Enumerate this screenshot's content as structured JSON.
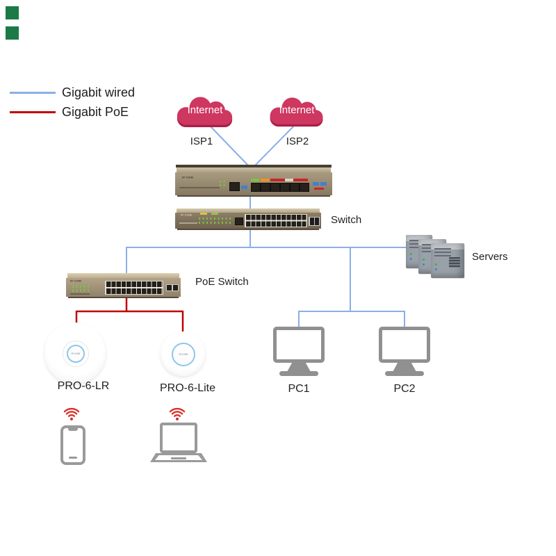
{
  "markers": {
    "top_left_squares": {
      "count": 2,
      "color": "#1b7a45"
    }
  },
  "legend": {
    "items": [
      {
        "label": "Gigabit wired",
        "color": "#8aaee8"
      },
      {
        "label": "Gigabit PoE",
        "color": "#c00000"
      }
    ]
  },
  "internet": [
    {
      "cloud_label": "Internet",
      "isp_label": "ISP1"
    },
    {
      "cloud_label": "Internet",
      "isp_label": "ISP2"
    }
  ],
  "devices": {
    "gateway": {
      "brand": "IP-COM"
    },
    "core_switch": {
      "label": "Switch",
      "brand": "IP-COM"
    },
    "poe_switch": {
      "label": "PoE Switch",
      "brand": "IP-COM"
    },
    "servers": {
      "label": "Servers"
    },
    "access_points": [
      {
        "label": "PRO-6-LR",
        "brand": "IP-COM"
      },
      {
        "label": "PRO-6-Lite",
        "brand": "IP-COM"
      }
    ],
    "pcs": [
      {
        "label": "PC1"
      },
      {
        "label": "PC2"
      }
    ]
  },
  "colors": {
    "wired_line": "#8aaee8",
    "poe_line": "#c00000",
    "cloud": "#ce3760",
    "cloud_shadow": "#a8204a",
    "device_tan": "#a2937a",
    "device_gray": "#909090",
    "wifi_red": "#d9302c",
    "ap_ring": "#8cc6ec",
    "marker_green": "#1b7a45"
  }
}
